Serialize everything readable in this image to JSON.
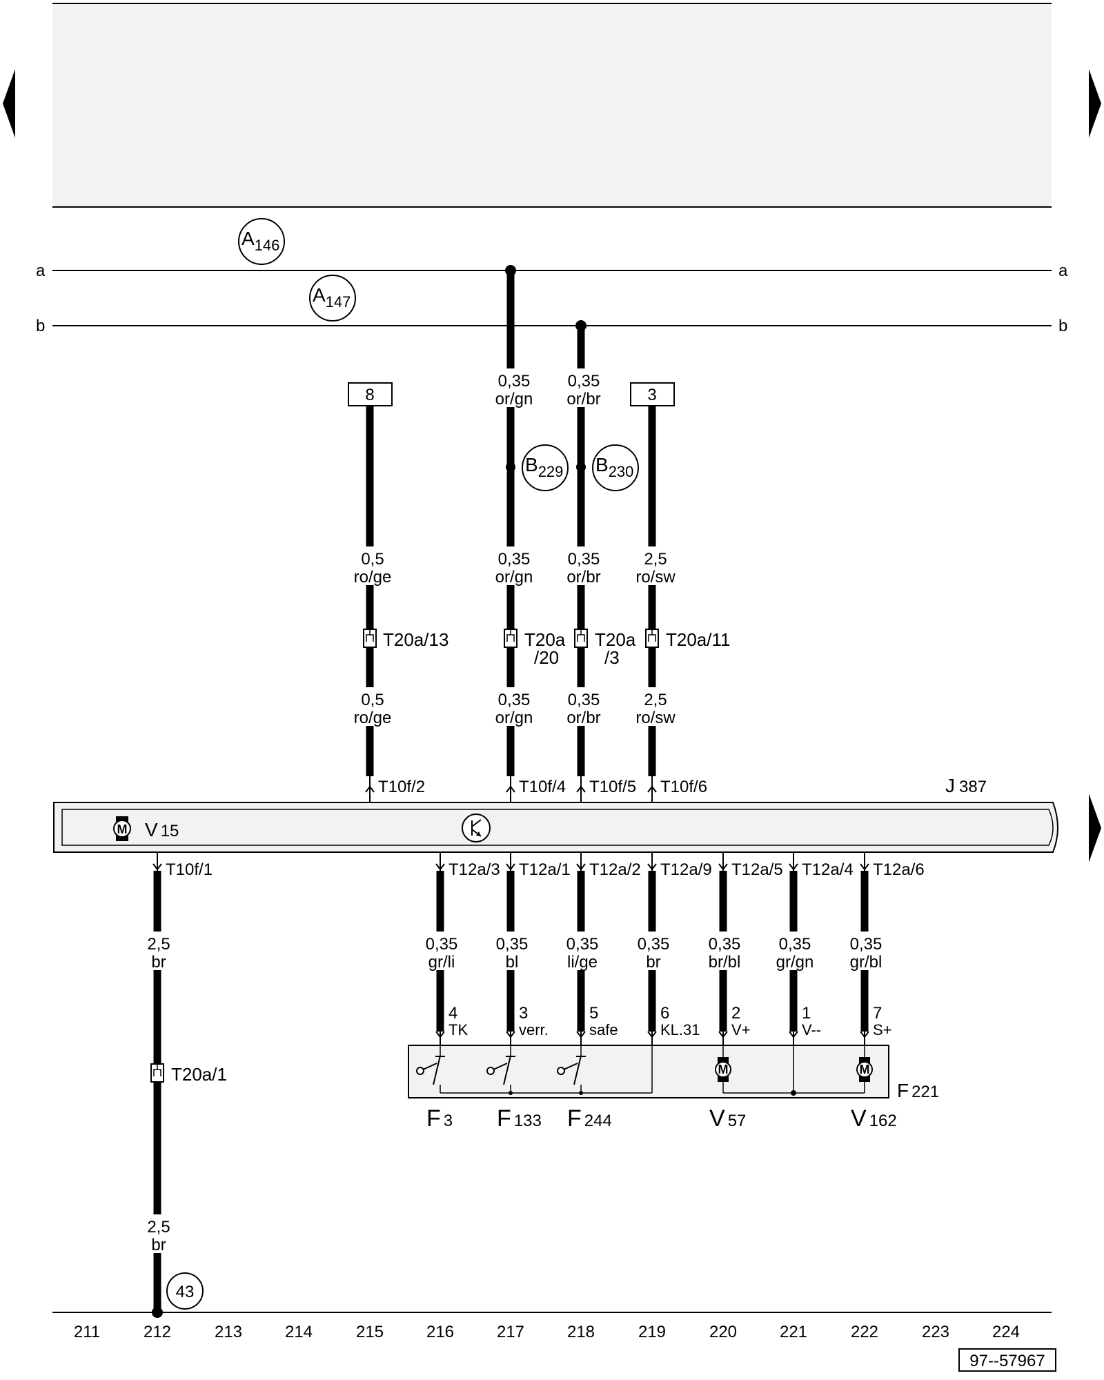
{
  "nav": {
    "prev_arrow": "left-arrow",
    "next_arrow": "right-arrow",
    "next_arrow_mid": "right-arrow"
  },
  "rails": {
    "a_left": "a",
    "a_right": "a",
    "b_left": "b",
    "b_right": "b"
  },
  "circles": {
    "a146": {
      "main": "A",
      "sub": "146"
    },
    "a147": {
      "main": "A",
      "sub": "147"
    },
    "b229": {
      "main": "B",
      "sub": "229"
    },
    "b230": {
      "main": "B",
      "sub": "230"
    },
    "g43": "43"
  },
  "boxes": {
    "box8": "8",
    "box3": "3"
  },
  "wires_top": {
    "w217_up_size": "0,35",
    "w217_up_color": "or/gn",
    "w218_up_size": "0,35",
    "w218_up_color": "or/br",
    "w215_mid_size": "0,5",
    "w215_mid_color": "ro/ge",
    "w217_mid_size": "0,35",
    "w217_mid_color": "or/gn",
    "w218_mid_size": "0,35",
    "w218_mid_color": "or/br",
    "w219_mid_size": "2,5",
    "w219_mid_color": "ro/sw",
    "w215_low_size": "0,5",
    "w215_low_color": "ro/ge",
    "w217_low_size": "0,35",
    "w217_low_color": "or/gn",
    "w218_low_size": "0,35",
    "w218_low_color": "or/br",
    "w219_low_size": "2,5",
    "w219_low_color": "ro/sw"
  },
  "connectors_top": {
    "t20a_13": "T20a/13",
    "t20a_20_a": "T20a",
    "t20a_20_b": "/20",
    "t20a_3_a": "T20a",
    "t20a_3_b": "/3",
    "t20a_11": "T20a/11"
  },
  "module": {
    "name_main": "J",
    "name_sub": "387",
    "motor_main": "V",
    "motor_sub": "15",
    "pins_top": [
      "T10f/2",
      "T10f/4",
      "T10f/5",
      "T10f/6"
    ],
    "pin_bottom_left": "T10f/1",
    "pins_bottom": [
      "T12a/3",
      "T12a/1",
      "T12a/2",
      "T12a/9",
      "T12a/5",
      "T12a/4",
      "T12a/6"
    ]
  },
  "wires_bottom": [
    {
      "size": "0,35",
      "color": "gr/li",
      "pin": "4",
      "func": "TK"
    },
    {
      "size": "0,35",
      "color": "bl",
      "pin": "3",
      "func": "verr."
    },
    {
      "size": "0,35",
      "color": "li/ge",
      "pin": "5",
      "func": "safe"
    },
    {
      "size": "0,35",
      "color": "br",
      "pin": "6",
      "func": "KL.31"
    },
    {
      "size": "0,35",
      "color": "br/bl",
      "pin": "2",
      "func": "V+"
    },
    {
      "size": "0,35",
      "color": "gr/gn",
      "pin": "1",
      "func": "V--"
    },
    {
      "size": "0,35",
      "color": "gr/bl",
      "pin": "7",
      "func": "S+"
    }
  ],
  "ground_wire": {
    "upper_size": "2,5",
    "upper_color": "br",
    "connector": "T20a/1",
    "lower_size": "2,5",
    "lower_color": "br"
  },
  "lock_unit": {
    "name_main": "F",
    "name_sub": "221",
    "f3_main": "F",
    "f3_sub": "3",
    "f133_main": "F",
    "f133_sub": "133",
    "f244_main": "F",
    "f244_sub": "244",
    "v57_main": "V",
    "v57_sub": "57",
    "v162_main": "V",
    "v162_sub": "162",
    "motor_letter": "M"
  },
  "track_numbers": [
    "211",
    "212",
    "213",
    "214",
    "215",
    "216",
    "217",
    "218",
    "219",
    "220",
    "221",
    "222",
    "223",
    "224"
  ],
  "figure_id": "97--57967"
}
